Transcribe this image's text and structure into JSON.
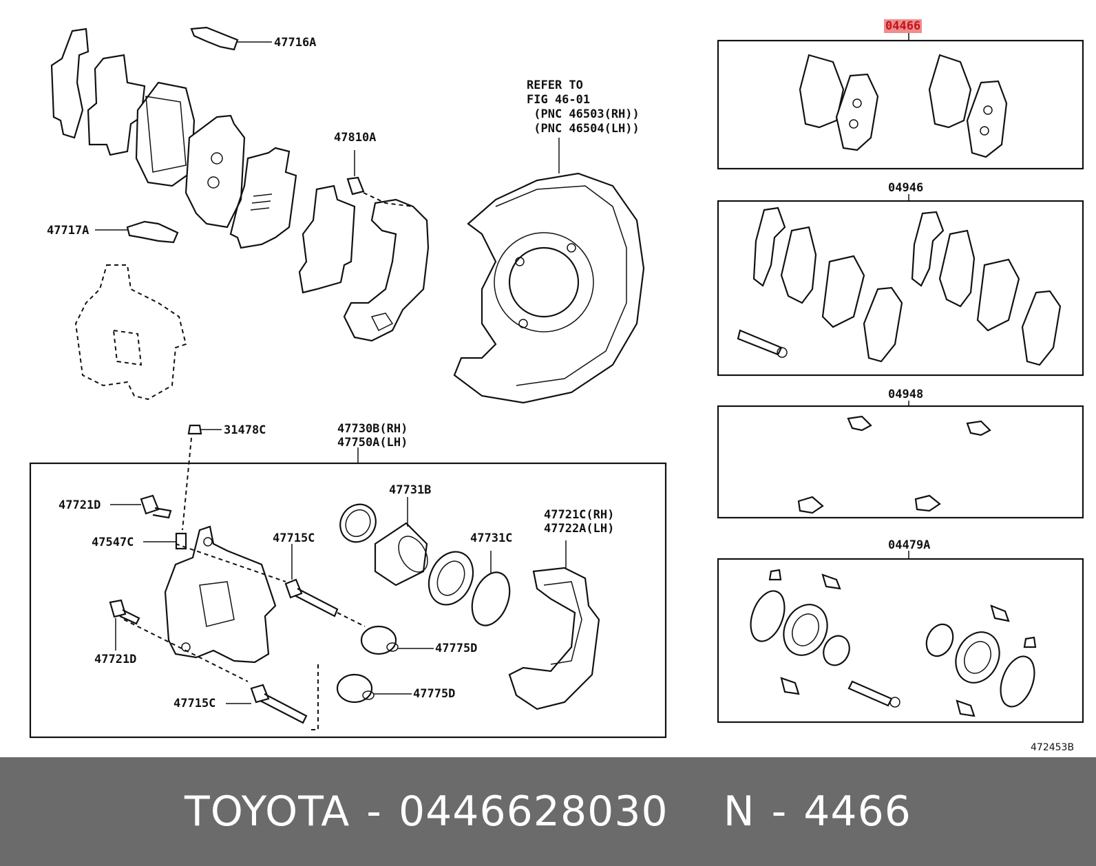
{
  "labels": {
    "p47716A": "47716A",
    "p47810A": "47810A",
    "p47717A": "47717A",
    "refer_line1": "REFER TO",
    "refer_line2": "FIG 46-01",
    "refer_line3": " (PNC 46503(RH))",
    "refer_line4": " (PNC 46504(LH))",
    "p31478C": "31478C",
    "p47730B": "47730B(RH)",
    "p47750A": "47750A(LH)",
    "p47721D_top": "47721D",
    "p47547C": "47547C",
    "p47721D_bottom": "47721D",
    "p47715C_top": "47715C",
    "p47715C_bottom": "47715C",
    "p47731B": "47731B",
    "p47731C": "47731C",
    "p47721C": "47721C(RH)",
    "p47722A": "47722A(LH)",
    "p47775D_top": "47775D",
    "p47775D_bottom": "47775D",
    "kit_04466": "04466",
    "kit_04946": "04946",
    "kit_04948": "04948",
    "kit_04479A": "04479A",
    "figure_code": "472453B"
  },
  "footer": {
    "brand": "TOYOTA",
    "sep1": "-",
    "part_number": "0446628030",
    "catalog_prefix": "N",
    "sep2": "-",
    "catalog_number": "4466"
  },
  "colors": {
    "highlight_bg": "#f08c8c",
    "highlight_text": "#c0141c",
    "footer_bg": "#6b6b6b"
  }
}
